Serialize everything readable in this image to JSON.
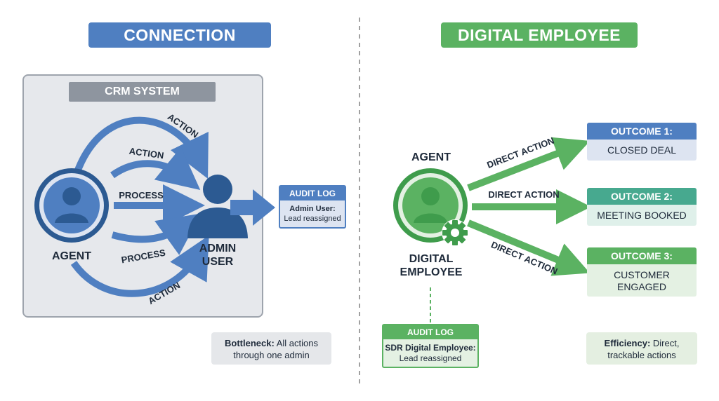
{
  "connection": {
    "title": "CONNECTION",
    "crm_label": "CRM SYSTEM",
    "agent_label": "AGENT",
    "admin_label_1": "ADMIN",
    "admin_label_2": "USER",
    "arrow_labels": [
      "ACTION",
      "ACTION",
      "PROCESS",
      "PROCESS",
      "ACTION"
    ],
    "audit_log": {
      "title": "AUDIT LOG",
      "line1": "Admin User:",
      "line2": "Lead reassigned"
    },
    "note": {
      "bold": "Bottleneck:",
      "rest": " All actions",
      "line2": "through one admin"
    }
  },
  "digital_employee": {
    "title": "DIGITAL EMPLOYEE",
    "agent_label": "AGENT",
    "sub_label_1": "DIGITAL",
    "sub_label_2": "EMPLOYEE",
    "arrow_labels": [
      "DIRECT ACTION",
      "DIRECT ACTION",
      "DIRECT ACTION"
    ],
    "audit_log": {
      "title": "AUDIT LOG",
      "line1": "SDR Digital Employee:",
      "line2": "Lead reassigned"
    },
    "outcomes": [
      {
        "title": "OUTCOME 1:",
        "line1": "CLOSED DEAL",
        "line2": ""
      },
      {
        "title": "OUTCOME 2:",
        "line1": "MEETING BOOKED",
        "line2": ""
      },
      {
        "title": "OUTCOME 3:",
        "line1": "CUSTOMER",
        "line2": "ENGAGED"
      }
    ],
    "note": {
      "bold": "Efficiency:",
      "rest": " Direct,",
      "line2": "trackable actions"
    }
  },
  "colors": {
    "blue": "#4f7fc1",
    "blue_dark": "#2c5a92",
    "blue_light": "#dde4f1",
    "green": "#5bb262",
    "green_dark": "#3f9c4c",
    "green_light": "#e4f1e3",
    "teal": "#47a98f",
    "teal_light": "#dff0ea"
  }
}
